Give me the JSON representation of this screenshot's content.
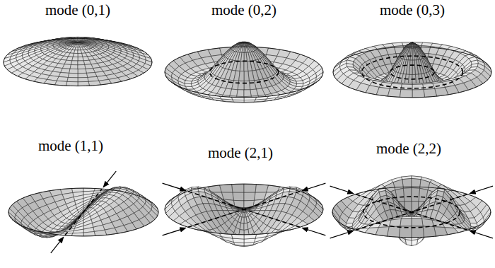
{
  "diagram": {
    "labels": [
      "mode (0,1)",
      "mode (0,2)",
      "mode (0,3)",
      "mode (1,1)",
      "mode (2,1)",
      "mode (2,2)"
    ]
  }
}
